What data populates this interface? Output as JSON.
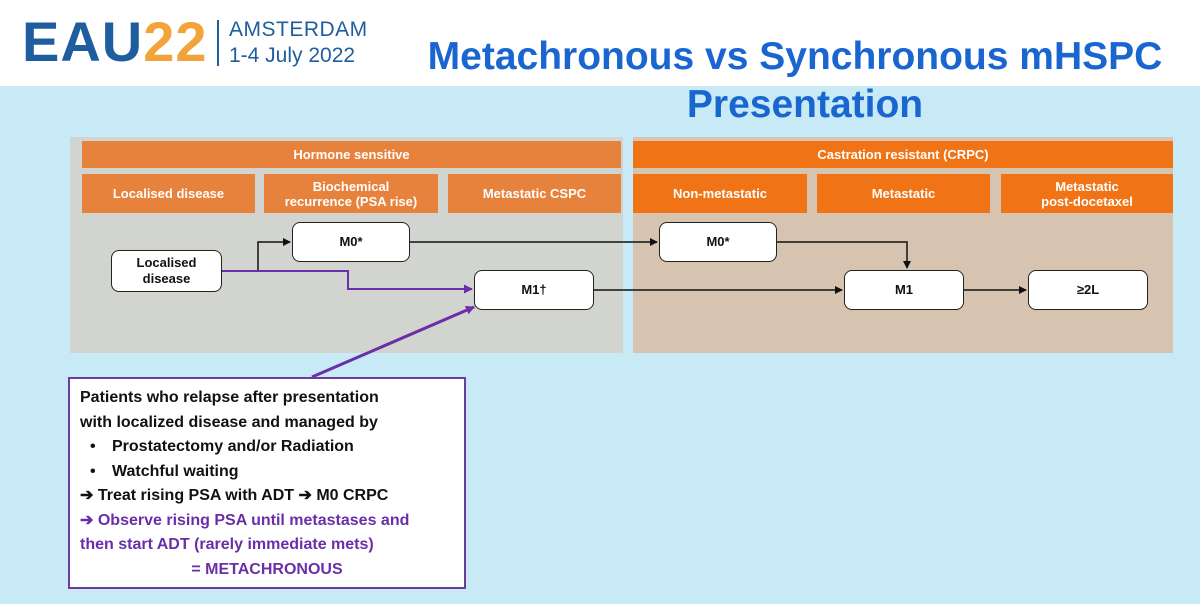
{
  "header": {
    "logo_main": "EAU",
    "logo_year": "22",
    "logo_city": "AMSTERDAM",
    "logo_dates": "1-4 July 2022",
    "title_line1": "Metachronous vs Synchronous mHSPC",
    "title_line2": "Presentation"
  },
  "diagram": {
    "groups": {
      "hormone_sensitive": "Hormone sensitive",
      "castration_resistant": "Castration resistant (CRPC)"
    },
    "stages": {
      "localised": "Localised disease",
      "biochemical_1": "Biochemical",
      "biochemical_2": "recurrence (PSA rise)",
      "metastatic_cspc": "Metastatic CSPC",
      "non_metastatic": "Non-metastatic",
      "metastatic": "Metastatic",
      "post_docetaxel_1": "Metastatic",
      "post_docetaxel_2": "post-docetaxel"
    },
    "nodes": {
      "localised_1": "Localised",
      "localised_2": "disease",
      "m0_hs": "M0*",
      "m1_hs": "M1†",
      "m0_crpc": "M0*",
      "m1_crpc": "M1",
      "second_line": "≥2L"
    },
    "colors": {
      "hormone_band": "#e7823d",
      "crpc_band": "#f07416",
      "purple": "#6a2fa8",
      "title_blue": "#1a66d0"
    }
  },
  "callout": {
    "line1": "Patients who relapse after presentation",
    "line2": "with localized disease and managed by",
    "bullet_symbol": "•",
    "bullet1": "Prostatectomy and/or Radiation",
    "bullet2": "Watchful waiting",
    "line3": "➔ Treat rising PSA with ADT ➔ M0 CRPC",
    "line4": "➔ Observe rising PSA until metastases and",
    "line5": "then start ADT (rarely immediate mets)",
    "line6": "= METACHRONOUS"
  }
}
